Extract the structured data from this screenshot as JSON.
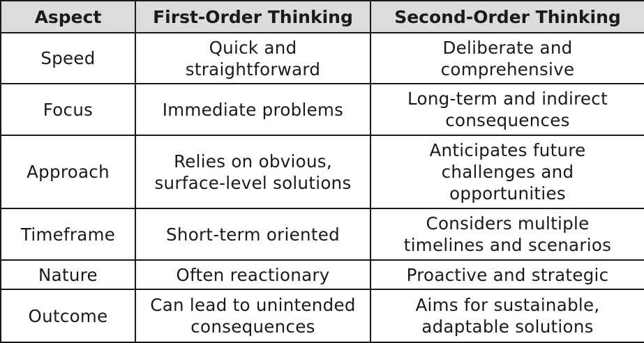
{
  "table": {
    "headers": [
      "Aspect",
      "First-Order Thinking",
      "Second-Order Thinking"
    ],
    "rows": [
      {
        "aspect": "Speed",
        "first": [
          "Quick and",
          "straightforward"
        ],
        "second": [
          "Deliberate and",
          "comprehensive"
        ]
      },
      {
        "aspect": "Focus",
        "first": [
          "Immediate problems"
        ],
        "second": [
          "Long-term and indirect",
          "consequences"
        ]
      },
      {
        "aspect": "Approach",
        "first": [
          "Relies on obvious,",
          "surface-level solutions"
        ],
        "second": [
          "Anticipates future",
          "challenges and",
          "opportunities"
        ]
      },
      {
        "aspect": "Timeframe",
        "first": [
          "Short-term oriented"
        ],
        "second": [
          "Considers multiple",
          "timelines and scenarios"
        ]
      },
      {
        "aspect": "Nature",
        "first": [
          "Often reactionary"
        ],
        "second": [
          "Proactive and strategic"
        ]
      },
      {
        "aspect": "Outcome",
        "first": [
          "Can lead to unintended",
          "consequences"
        ],
        "second": [
          "Aims for sustainable,",
          "adaptable solutions"
        ]
      }
    ]
  }
}
